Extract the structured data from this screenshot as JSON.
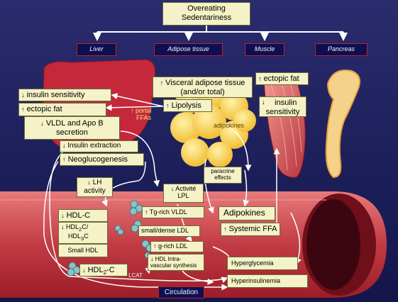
{
  "top_box": {
    "line1": "Overeating",
    "line2": "Sedentariness"
  },
  "organs": {
    "liver": "Liver",
    "adipose": "Adipose tissue",
    "muscle": "Muscle",
    "pancreas": "Pancreas"
  },
  "liver": {
    "insulin_sensitivity": "insulin sensitivity",
    "ectopic_fat": "ectopic fat",
    "vldl": "VLDL and Apo B secretion",
    "insulin_extraction": "Insulin extraction",
    "neoglucogenesis": "Neoglucogenesis"
  },
  "adipose": {
    "visceral": "Visceral adipose tissue (and/or total)",
    "lipolysis": "Lipolysis",
    "portal": "portal",
    "ffas": "FFAs",
    "adipokines_label": "adipokines",
    "paracrine": "paracrine effects"
  },
  "muscle": {
    "ectopic_fat": "ectopic fat",
    "insulin_sensitivity": "insulin sensitivity"
  },
  "circulation": {
    "lh_activity": "LH activity",
    "activite_lpl": "Activité LPL",
    "tg_vldl": "Tg-rich VLDL",
    "small_ldl": "small/dense LDL",
    "tg_ldl": "g-rich LDL",
    "hdl_synthesis": "HDL Intra-vascular synthesis",
    "hdl_c": "HDL-C",
    "hdl_ratio_a": "HDL",
    "hdl_ratio_sub1": "2",
    "hdl_ratio_b": "C/",
    "hdl_ratio_c": "HDL",
    "hdl_ratio_sub2": "3",
    "hdl_ratio_d": "C",
    "small_hdl": "Small HDL",
    "hdl2c_a": "HDL",
    "hdl2c_sub": "2",
    "hdl2c_b": "-C",
    "lcat": "LCAT",
    "adipokines": "Adipokines",
    "systemic_ffa": "Systemic FFA",
    "hyperglycemia": "Hyperglycemia",
    "hyperinsulinemia": "Hyperinsulinemia",
    "label": "Circulation"
  },
  "arrows": {
    "up": "↑",
    "down": "↓"
  },
  "colors": {
    "background": "#1d1f5a",
    "box": "#f4f2c6",
    "vessel": "#d8565c",
    "vessel_dark": "#8a1520",
    "liver": "#c42a3a",
    "adipose": "#f5cf4a",
    "muscle": "#d86a6a",
    "pancreas": "#f4d28a"
  }
}
